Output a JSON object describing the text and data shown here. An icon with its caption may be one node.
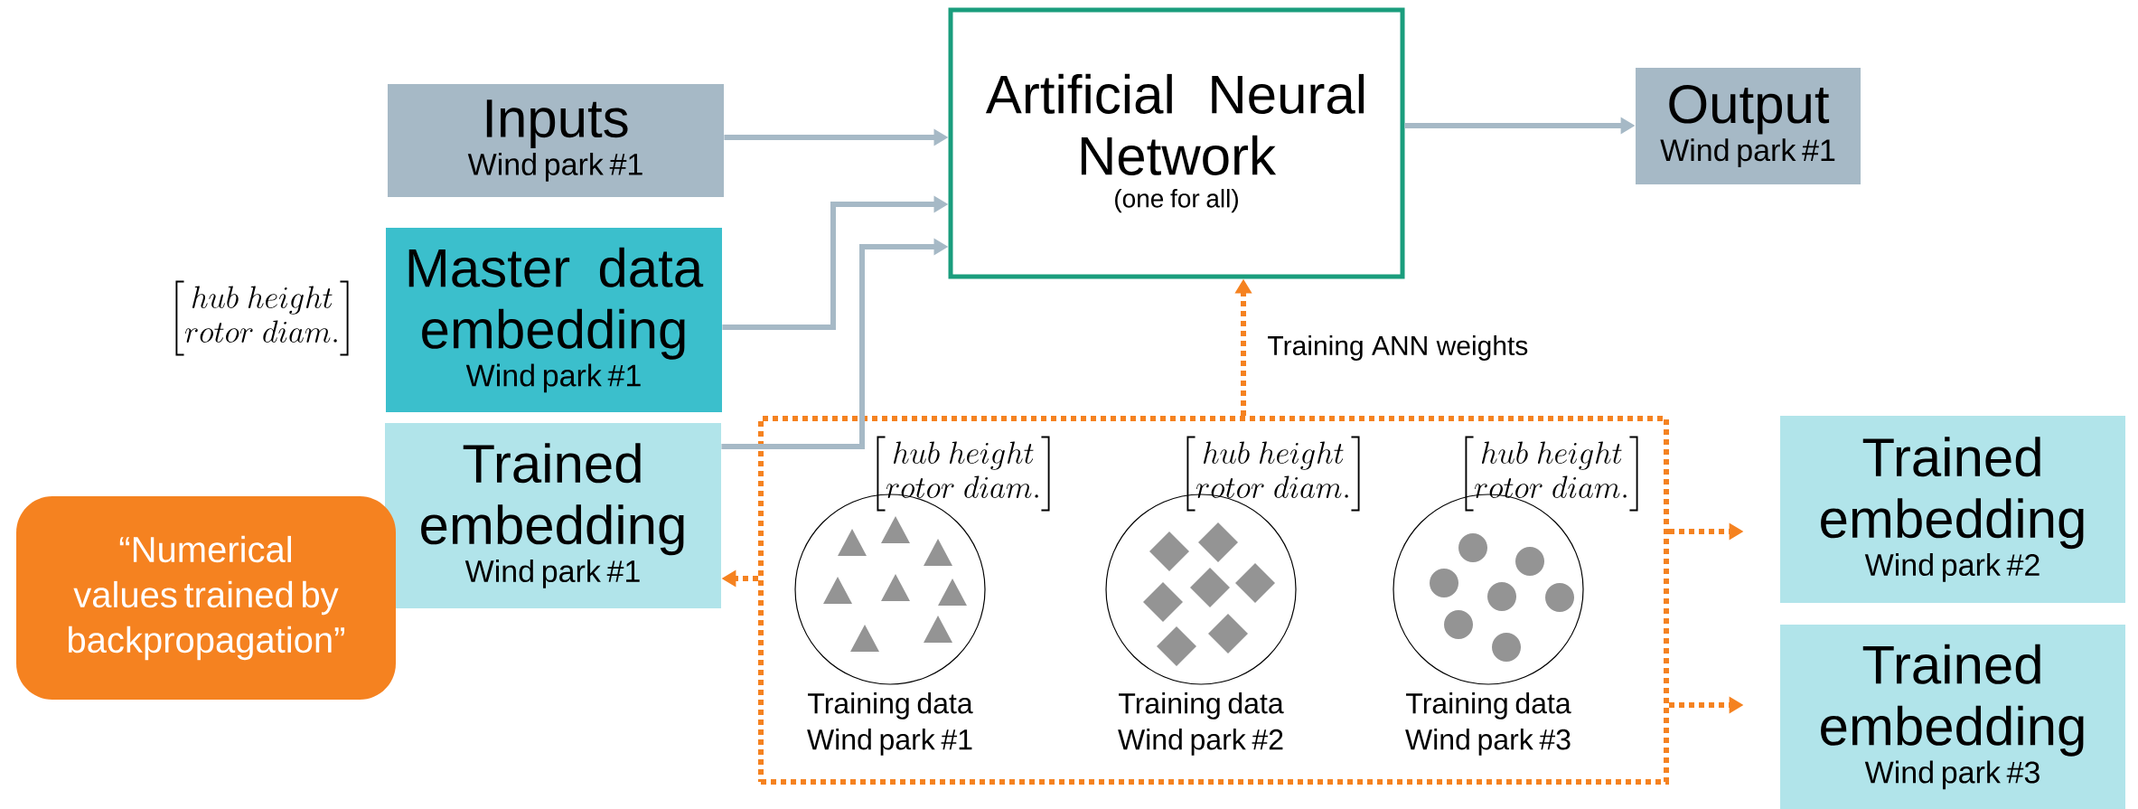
{
  "diagram": {
    "nodes": [
      {
        "text": [
          "Inputs",
          "Wind park #1"
        ]
      },
      {
        "text": [
          "Master data embedding",
          "Wind park #1"
        ],
        "beside": [
          "\\begin{bmatrix}hub\\ height\\\\rotor\\ diam.\\end{bmatrix}"
        ]
      },
      {
        "text": [
          "Trained embedding",
          "Wind park #1"
        ]
      },
      {
        "text": [
          "Artificial Neural Network",
          "(one for all)"
        ]
      },
      {
        "text": [
          "Output",
          "Wind park #1"
        ]
      },
      {
        "text": [
          "“Numerical values trained by backpropagation”"
        ]
      },
      {
        "text": [],
        "shape": "box"
      },
      {
        "text": [
          "Training data Wind park #1"
        ],
        "in": 6,
        "beside": [
          "\\begin{bmatrix}hub\\ height\\\\rotor\\ diam.\\end{bmatrix}"
        ]
      },
      {
        "text": [
          "Training data Wind park #2"
        ],
        "in": 6,
        "beside": [
          "\\begin{bmatrix}hub\\ height\\\\rotor\\ diam.\\end{bmatrix}"
        ]
      },
      {
        "text": [
          "Training data Wind park #3"
        ],
        "in": 6,
        "beside": [
          "\\begin{bmatrix}hub\\ height\\\\rotor\\ diam.\\end{bmatrix}"
        ]
      },
      {
        "text": [
          "Trained embedding",
          "Wind park #2"
        ]
      },
      {
        "text": [
          "Trained embedding",
          "Wind park #3"
        ]
      }
    ],
    "edges": [
      {
        "from": 0,
        "to": 3,
        "arrow": "to"
      },
      {
        "from": 1,
        "to": 3,
        "arrow": "to"
      },
      {
        "from": 2,
        "to": 3,
        "arrow": "to"
      },
      {
        "from": 3,
        "to": 4,
        "arrow": "to"
      },
      {
        "from": 6,
        "to": 3,
        "arrow": "to",
        "label": "Training ANN weights",
        "style": "dashed",
        "color": "#f58220"
      },
      {
        "from": 6,
        "to": 2,
        "arrow": "to",
        "style": "dashed",
        "color": "#f58220"
      },
      {
        "from": 6,
        "to": 10,
        "arrow": "to",
        "style": "dashed",
        "color": "#f58220"
      },
      {
        "from": 6,
        "to": 11,
        "arrow": "to",
        "style": "dashed",
        "color": "#f58220"
      }
    ]
  }
}
